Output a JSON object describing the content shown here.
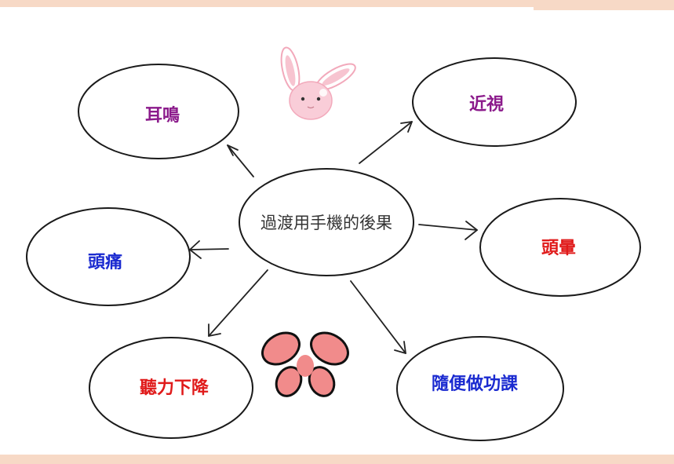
{
  "center": {
    "label": "過渡用手機的後果"
  },
  "nodes": [
    {
      "id": "erming",
      "label": "耳鳴",
      "color": "#8b1a8b"
    },
    {
      "id": "jinshi",
      "label": "近視",
      "color": "#8b1a8b"
    },
    {
      "id": "touyun",
      "label": "頭暈",
      "color": "#e01a1a"
    },
    {
      "id": "toutong",
      "label": "頭痛",
      "color": "#1a2ad0"
    },
    {
      "id": "tingli",
      "label": "聽力下降",
      "color": "#e01a1a"
    },
    {
      "id": "suibian",
      "label": "隨便做功課",
      "color": "#1a2ad0"
    }
  ],
  "decorations": [
    {
      "id": "bunny",
      "icon": "bunny-face-icon",
      "colors": [
        "#f7c4d0",
        "#ffffff"
      ]
    },
    {
      "id": "butterfly",
      "icon": "butterfly-icon",
      "colors": [
        "#f18b8b",
        "#111111"
      ]
    }
  ],
  "theme": {
    "band_color": "#f7d9c6"
  }
}
